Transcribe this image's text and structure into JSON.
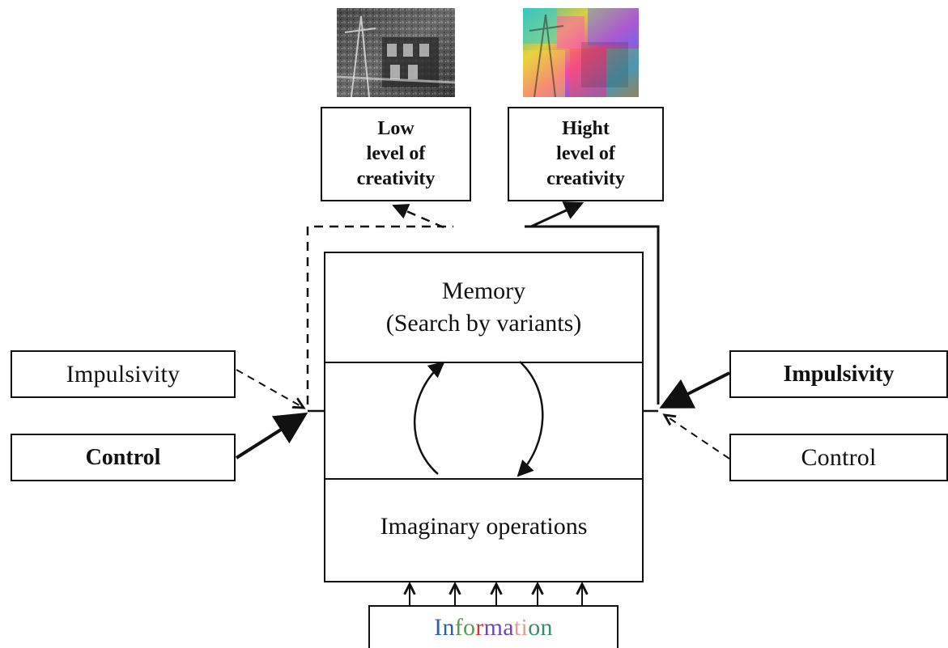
{
  "labels": {
    "low_creativity": "Low\nlevel of\ncreativity",
    "high_creativity": "Hight\nlevel of\ncreativity",
    "memory_title": "Memory",
    "memory_subtitle": "(Search by variants)",
    "imaginary": "Imaginary operations",
    "left_top": "Impulsivity",
    "left_bottom": "Control",
    "right_top": "Impulsivity",
    "right_bottom": "Control",
    "information_parts": [
      {
        "text": "In",
        "color": "#2f5fa8"
      },
      {
        "text": "fo",
        "color": "#5a9a4b"
      },
      {
        "text": "r",
        "color": "#c63a2f"
      },
      {
        "text": "ma",
        "color": "#6a4bb0"
      },
      {
        "text": "ti",
        "color": "#e0a09a"
      },
      {
        "text": "on",
        "color": "#3a8c6b"
      }
    ]
  },
  "images": [
    {
      "name": "low-creativity-image",
      "style": "grayscale photo of building"
    },
    {
      "name": "high-creativity-image",
      "style": "colorful photo of building"
    }
  ],
  "colors": {
    "line": "#111111",
    "background": "#ffffff"
  }
}
